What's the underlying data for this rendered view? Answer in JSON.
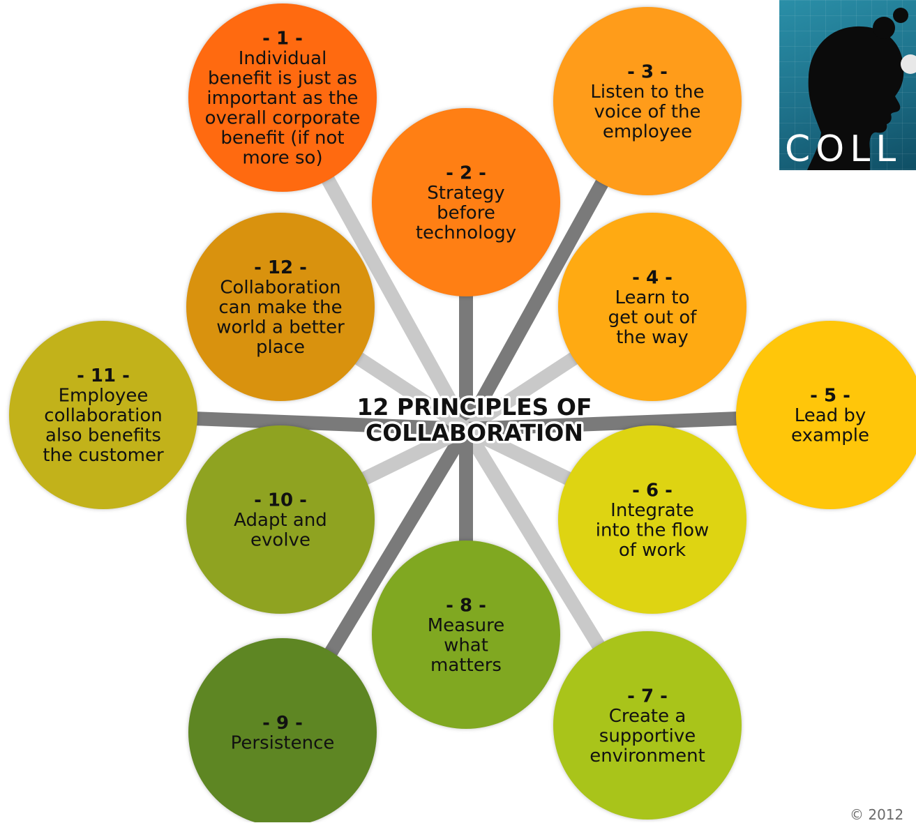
{
  "diagram": {
    "title": {
      "line1": "12 PRINCIPLES OF",
      "line2": "COLLABORATION"
    },
    "principles": [
      {
        "number": "- 1 -",
        "lines": [
          "Individual",
          "benefit is just as",
          "important as the",
          "overall corporate",
          "benefit (if not",
          "more so)"
        ],
        "color": "#ff6a10"
      },
      {
        "number": "- 2 -",
        "lines": [
          "Strategy",
          "before",
          "technology"
        ],
        "color": "#ff7f14"
      },
      {
        "number": "- 3 -",
        "lines": [
          "Listen to the",
          "voice of the",
          "employee"
        ],
        "color": "#ff9c1a"
      },
      {
        "number": "- 4 -",
        "lines": [
          "Learn to",
          "get out of",
          "the way"
        ],
        "color": "#ffaa12"
      },
      {
        "number": "- 5 -",
        "lines": [
          "Lead by",
          "example"
        ],
        "color": "#ffc60a"
      },
      {
        "number": "- 6 -",
        "lines": [
          "Integrate",
          "into the flow",
          "of work"
        ],
        "color": "#ded412"
      },
      {
        "number": "- 7 -",
        "lines": [
          "Create a",
          "supportive",
          "environment"
        ],
        "color": "#a9c41a"
      },
      {
        "number": "- 8 -",
        "lines": [
          "Measure",
          "what",
          "matters"
        ],
        "color": "#80a821"
      },
      {
        "number": "- 9 -",
        "lines": [
          "Persistence"
        ],
        "color": "#5e8623"
      },
      {
        "number": "- 10 -",
        "lines": [
          "Adapt and",
          "evolve"
        ],
        "color": "#8fa321"
      },
      {
        "number": "- 11 -",
        "lines": [
          "Employee",
          "collaboration",
          "also benefits",
          "the customer"
        ],
        "color": "#c2b21a"
      },
      {
        "number": "- 12 -",
        "lines": [
          "Collaboration",
          "can make the",
          "world a better",
          "place"
        ],
        "color": "#d9920e"
      }
    ]
  },
  "logo": {
    "word": "COLL"
  },
  "footer": {
    "copyright": "© 2012"
  }
}
